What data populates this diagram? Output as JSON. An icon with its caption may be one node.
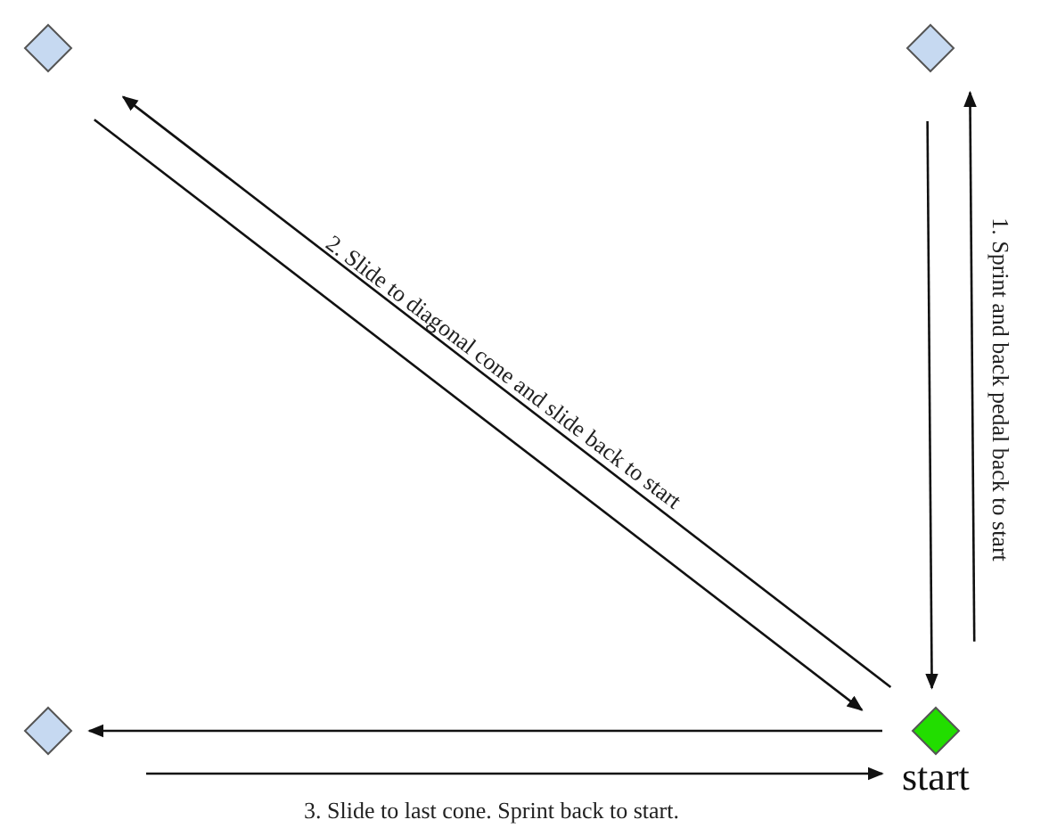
{
  "diagram": {
    "nodes": [
      {
        "text": [],
        "shape": "diamond"
      },
      {
        "text": [],
        "shape": "diamond"
      },
      {
        "text": [],
        "shape": "diamond"
      },
      {
        "text": [
          "start"
        ]
      }
    ],
    "edges": [
      {
        "from": 3,
        "to": 1,
        "arrow": "to",
        "label": "1. Sprint and back pedal back to start"
      },
      {
        "from": 1,
        "to": 3,
        "arrow": "to"
      },
      {
        "from": 3,
        "to": 0,
        "arrow": "to",
        "label": "2. Slide to diagonal cone and slide back to start"
      },
      {
        "from": 0,
        "to": 3,
        "arrow": "to"
      },
      {
        "from": 3,
        "to": 2,
        "arrow": "to"
      },
      {
        "from": 2,
        "to": 3,
        "arrow": "to",
        "label": "3. Slide to last cone. Sprint back to start."
      }
    ]
  }
}
